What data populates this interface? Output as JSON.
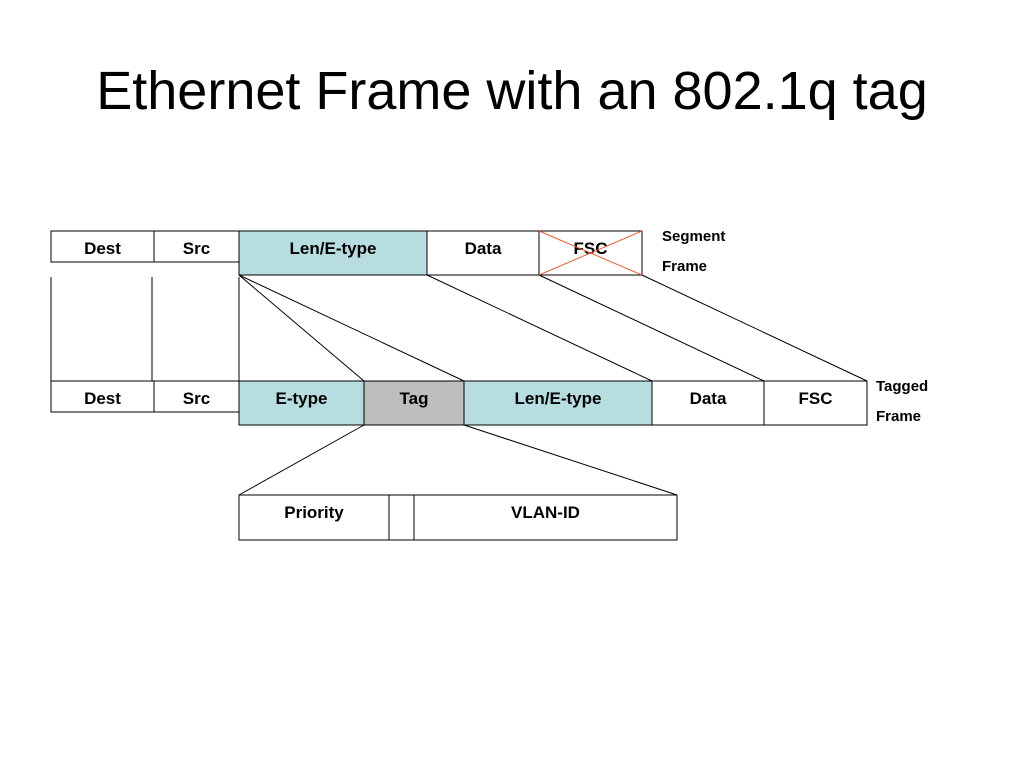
{
  "slide": {
    "title": "Ethernet Frame with an 802.1q tag"
  },
  "colors": {
    "tinted": "#b7dde1",
    "tag": "#bdbdbd",
    "plain": "#ffffff",
    "cross": "#e0623a"
  },
  "segment_frame": {
    "label_line1": "Segment",
    "label_line2": "Frame",
    "fields": [
      {
        "label": "Dest",
        "fill": "plain"
      },
      {
        "label": "Src",
        "fill": "plain"
      },
      {
        "label": "Len/E-type",
        "fill": "tinted"
      },
      {
        "label": "Data",
        "fill": "plain"
      },
      {
        "label": "FSC",
        "fill": "plain",
        "crossed_out": true
      }
    ]
  },
  "tagged_frame": {
    "label_line1": "Tagged",
    "label_line2": "Frame",
    "fields": [
      {
        "label": "Dest",
        "fill": "plain"
      },
      {
        "label": "Src",
        "fill": "plain"
      },
      {
        "label": "E-type",
        "fill": "tinted"
      },
      {
        "label": "Tag",
        "fill": "tag"
      },
      {
        "label": "Len/E-type",
        "fill": "tinted"
      },
      {
        "label": "Data",
        "fill": "plain"
      },
      {
        "label": "FSC",
        "fill": "plain"
      }
    ]
  },
  "tag_detail": {
    "fields": [
      {
        "label": "Priority"
      },
      {
        "label": ""
      },
      {
        "label": "VLAN-ID"
      }
    ]
  }
}
